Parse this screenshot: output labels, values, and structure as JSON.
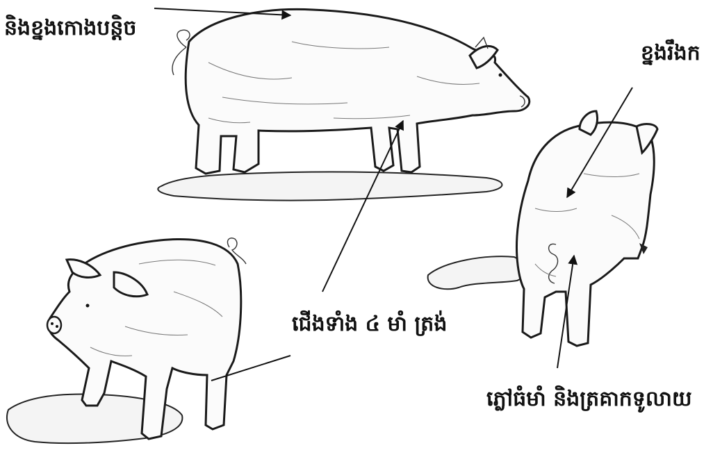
{
  "labels": {
    "back": "និងខ្នងកោងបន្តិច",
    "belly": "ខ្នងរឹងក",
    "legs": "ជើងទាំង ៤ មាំ ត្រង់",
    "hind": "ភ្លៅធំមាំ   និងត្រគាកទូលាយ"
  }
}
